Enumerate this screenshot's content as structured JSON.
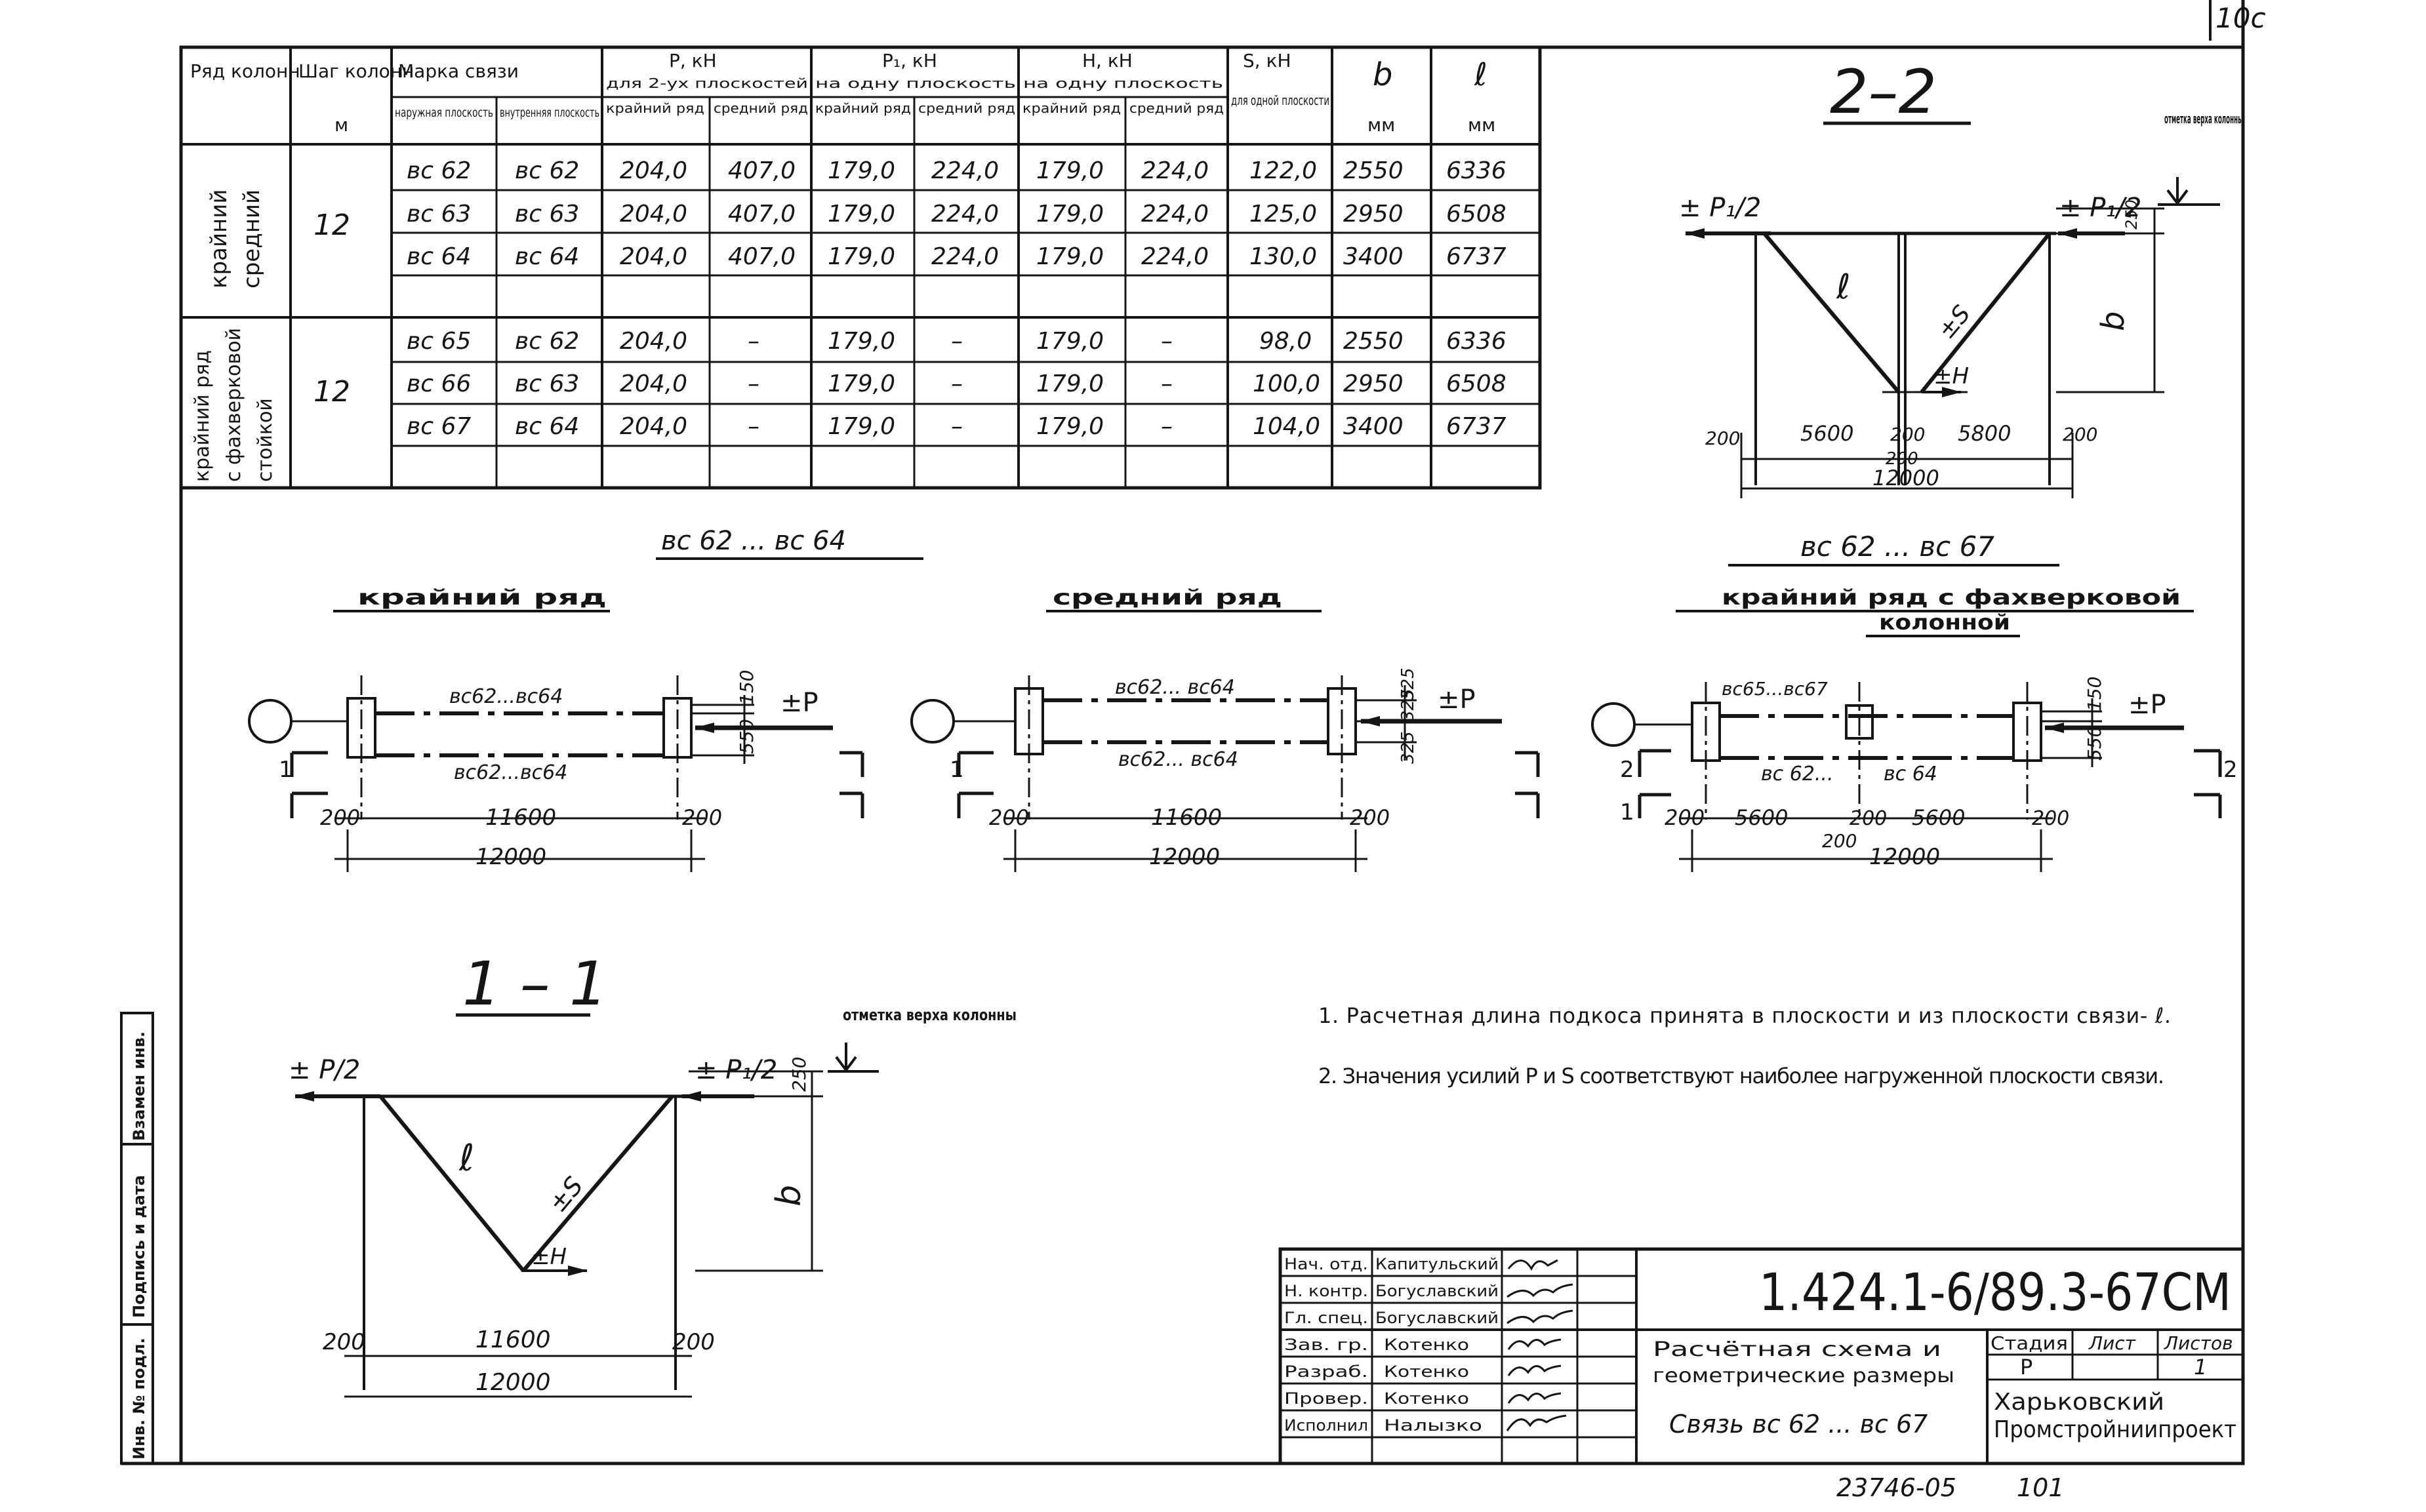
{
  "page_number": "10c",
  "document_code": "1.424.1-6/89.3-67СМ",
  "archive_number": "23746-05",
  "archive_page": "101",
  "main_table": {
    "headers": {
      "row": "Ряд колонн",
      "step": "Шаг колонн",
      "step_unit": "м",
      "brand": "Марка связи",
      "brand_outer": "наружная плоскость",
      "brand_inner": "внутренняя плоскость",
      "P": "P, кН",
      "P_note": "для 2-ух плоскостей",
      "P1": "P₁, кН",
      "P1_note": "на одну плоскость",
      "H": "H, кН",
      "H_note": "на одну плоскость",
      "S": "S, кН",
      "S_note": "для одной плоскости",
      "b": "b",
      "l": "ℓ",
      "unit_mm": "мм",
      "sub_edge": "крайний ряд",
      "sub_middle": "средний ряд"
    },
    "group1": {
      "row_label_a": "крайний",
      "row_label_b": "средний",
      "step": "12",
      "rows": [
        [
          "вс 62",
          "вс 62",
          "204,0",
          "407,0",
          "179,0",
          "224,0",
          "179,0",
          "224,0",
          "122,0",
          "2550",
          "6336"
        ],
        [
          "вс 63",
          "вс 63",
          "204,0",
          "407,0",
          "179,0",
          "224,0",
          "179,0",
          "224,0",
          "125,0",
          "2950",
          "6508"
        ],
        [
          "вс 64",
          "вс 64",
          "204,0",
          "407,0",
          "179,0",
          "224,0",
          "179,0",
          "224,0",
          "130,0",
          "3400",
          "6737"
        ]
      ]
    },
    "group2": {
      "row_label_a": "крайний ряд",
      "row_label_b": "с фахверковой",
      "row_label_c": "стойкой",
      "step": "12",
      "rows": [
        [
          "вс 65",
          "вс 62",
          "204,0",
          "–",
          "179,0",
          "–",
          "179,0",
          "–",
          "98,0",
          "2550",
          "6336"
        ],
        [
          "вс 66",
          "вс 63",
          "204,0",
          "–",
          "179,0",
          "–",
          "179,0",
          "–",
          "100,0",
          "2950",
          "6508"
        ],
        [
          "вс 67",
          "вс 64",
          "204,0",
          "–",
          "179,0",
          "–",
          "179,0",
          "–",
          "104,0",
          "3400",
          "6737"
        ]
      ]
    }
  },
  "section_2_2": {
    "title": "2–2",
    "mark_top": "отметка верха колонны",
    "load_left": "± P₁/2",
    "load_right": "± P₁/2",
    "dim_250": "250",
    "label_l": "ℓ",
    "label_S": "±S",
    "label_H": "±H",
    "label_b": "b",
    "dim_200a": "200",
    "dim_5600": "5600",
    "dim_200b": "200",
    "dim_5800": "5800",
    "dim_200c": "200",
    "dim_200d": "200",
    "dim_12000": "12000"
  },
  "group_headings": {
    "left": "вс 62 ... вс 64",
    "right": "вс 62 ... вс 67"
  },
  "plan_edge": {
    "title": "крайний ряд",
    "brace_top": "вс62...вс64",
    "brace_bottom": "вс62...вс64",
    "dim_150": "150",
    "dim_550": "550",
    "load": "±P",
    "section_mark": "1",
    "dim_200a": "200",
    "dim_11600": "11600",
    "dim_200b": "200",
    "dim_12000": "12000"
  },
  "plan_middle": {
    "title": "средний ряд",
    "brace_top": "вс62... вс64",
    "brace_bottom": "вс62... вс64",
    "dim_325a": "325",
    "dim_325b": "325",
    "dim_325c": "325",
    "load": "±P",
    "section_mark": "1",
    "dim_200a": "200",
    "dim_11600": "11600",
    "dim_200b": "200",
    "dim_12000": "12000"
  },
  "plan_fachwerk": {
    "title_a": "крайний ряд с фахверковой",
    "title_b": "колонной",
    "brace_top": "вс65...вс67",
    "brace_bottom_a": "вс 62...",
    "brace_bottom_b": "вс 64",
    "dim_150": "150",
    "dim_550": "550",
    "load": "±P",
    "section_mark": "2",
    "section_mark_1": "1",
    "dim_200a": "200",
    "dim_5600": "5600",
    "dim_200b": "200",
    "dim_5600b": "5600",
    "dim_200c": "200",
    "dim_200d": "200",
    "dim_12000": "12000"
  },
  "section_1_1": {
    "title": "1 – 1",
    "mark_top": "отметка верха колонны",
    "load_left": "± P/2",
    "load_right": "± P₁/2",
    "dim_250": "250",
    "label_l": "ℓ",
    "label_S": "±S",
    "label_H": "±H",
    "label_b": "b",
    "dim_200a": "200",
    "dim_11600": "11600",
    "dim_200b": "200",
    "dim_12000": "12000"
  },
  "notes": [
    "1. Расчетная длина подкоса принята в плоскости и из плоскости связи- ℓ.",
    "2. Значения усилий P и S соответствуют наиболее нагруженной плоскости связи."
  ],
  "stamp": {
    "roles": [
      "Нач. отд.",
      "Н. контр.",
      "Гл. спец.",
      "Зав. гр.",
      "Разраб.",
      "Провер.",
      "Исполнил"
    ],
    "names": [
      "Капитульский",
      "Богуславский",
      "Богуславский",
      "Котенко",
      "Котенко",
      "Котенко",
      "Налызко"
    ],
    "title_line1": "Расчётная схема и",
    "title_line2": "геометрические размеры",
    "title_line3": "Связь вс 62 ... вс 67",
    "stage_label": "Стадия",
    "sheet_label": "Лист",
    "sheets_label": "Листов",
    "stage_value": "Р",
    "sheets_value": "1",
    "org_line1": "Харьковский",
    "org_line2": "Промстройниипроект"
  },
  "side_stamp": {
    "replace": "Взамен инв.",
    "signature_date": "Подпись и дата",
    "inventory": "Инв. № подл."
  }
}
